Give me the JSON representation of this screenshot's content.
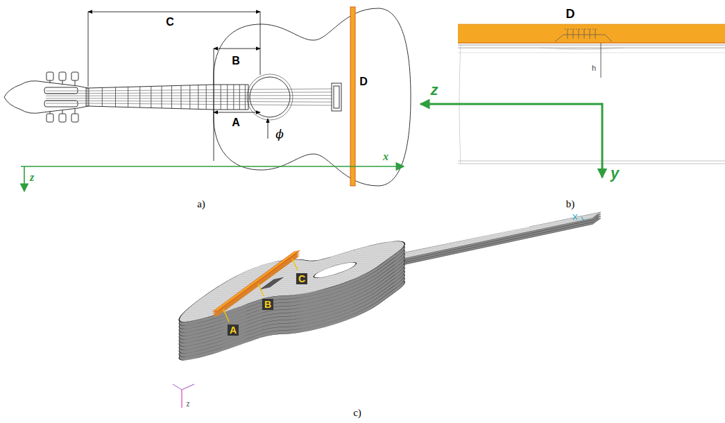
{
  "diagram": {
    "labels": [
      "C",
      "B",
      "A",
      "ϕ",
      "D",
      "z",
      "x",
      "a)",
      "D",
      "h",
      "z",
      "y",
      "b)",
      "A",
      "B",
      "C",
      "z",
      "c)"
    ]
  }
}
